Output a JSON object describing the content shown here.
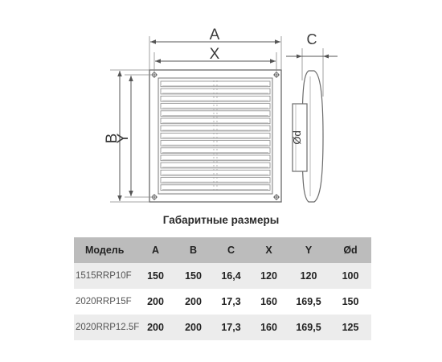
{
  "drawing": {
    "dim_labels": {
      "a": "A",
      "x": "X",
      "b": "B",
      "y": "Y",
      "c": "C",
      "d": "Ød"
    }
  },
  "spec": {
    "title": "Габаритные размеры",
    "columns": [
      "Модель",
      "A",
      "B",
      "C",
      "X",
      "Y",
      "Ød"
    ],
    "rows": [
      {
        "model": "1515RRP10F",
        "a": "150",
        "b": "150",
        "c": "16,4",
        "x": "120",
        "y": "120",
        "d": "100"
      },
      {
        "model": "2020RRP15F",
        "a": "200",
        "b": "200",
        "c": "17,3",
        "x": "160",
        "y": "169,5",
        "d": "150"
      },
      {
        "model": "2020RRP12.5F",
        "a": "200",
        "b": "200",
        "c": "17,3",
        "x": "160",
        "y": "169,5",
        "d": "125"
      }
    ]
  }
}
